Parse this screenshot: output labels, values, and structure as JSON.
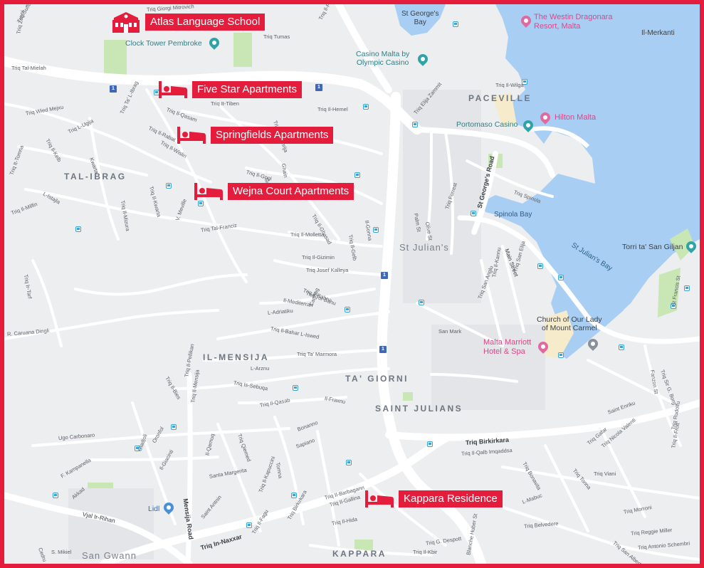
{
  "colors": {
    "frame": "#e31d3b",
    "water": "#a8cff3",
    "land": "#eceef0",
    "road": "#ffffff",
    "park": "#c9e7b4",
    "beach": "#f6eccb",
    "marker": "#e31d3b"
  },
  "callouts": {
    "school": "Atlas Language School",
    "five_star": "Five Star Apartments",
    "springfields": "Springfields Apartments",
    "wejna": "Wejna Court Apartments",
    "kappara": "Kappara Residence"
  },
  "icons": {
    "school": "school-building-icon",
    "hotel": "bed-icon",
    "pin": "map-pin-icon",
    "bus": "bus-stop-icon",
    "route": "route-shield-icon"
  },
  "districts": {
    "paceville": "PACEVILLE",
    "tal_ibrag": "TAL-IBRAG",
    "il_mensija": "IL-MENSIJA",
    "ta_giorni": "TA' GIORNI",
    "saint_julians": "SAINT JULIANS",
    "kappara": "KAPPARA"
  },
  "places": {
    "clock_tower": "Clock Tower Pembroke",
    "st_georges_bay": "St George's\nBay",
    "westin": "The Westin Dragonara\nResort, Malta",
    "il_merkanti": "Il-Merkanti",
    "casino_malta": "Casino Malta by\nOlympic Casino",
    "hilton": "Hilton Malta",
    "portomaso": "Portomaso Casino",
    "spinola_bay": "Spinola Bay",
    "st_julians_area": "St Julian's",
    "st_julians_bay": "St Julian's Bay",
    "torri": "Torri ta' San Giljan",
    "church": "Church of Our Lady\nof Mount Carmel",
    "marriott": "Malta Marriott\nHotel & Spa",
    "lidl": "Lidl",
    "san_gwann": "San Gwann"
  },
  "roads": {
    "st_georges_road": "St George's Road",
    "birkirkara": "Triq Birkirkara",
    "mensija_road": "Mensija Road",
    "in_naxxar": "Triq In-Naxxar",
    "main_street": "Main Street",
    "vjal": "Vjal Ir-Rihan"
  },
  "streets": [
    "Triq Giorgi Mitrovich",
    "Triq Suffolk",
    "Triq Tal-Mielah",
    "Triq Zeppi",
    "Triq Il-Profe",
    "Triq Tumas",
    "Triq Il-Wilga",
    "Triq Elija Zammit",
    "Triq It-Tiben",
    "Triq Il-Qasam",
    "Triq Il-Rabat",
    "Triq Il-Hemel",
    "Triq Il-Wislin",
    "Triq Wied Mejxu",
    "Triq L-Ugija",
    "Triq Ta' L-Ibrag",
    "Triq Il-Kelb",
    "Kwarta",
    "Triq Il-Gogi",
    "Sidra",
    "Ghain",
    "Triq Il-Hamrija",
    "Triq Il-Ghasad",
    "Triq Il-Molletta",
    "Triq It-Tomna",
    "Triq Il-Milfin",
    "L-Istajla",
    "Triq Il-Mizura",
    "Triq Il-Kwarta",
    "V. Meville",
    "Triq Tal-Franciz",
    "Triq Il-Gizimin",
    "Triq Josef Kalleya",
    "Triq Il-Gelb",
    "Il-Gonna",
    "Palm St",
    "Olive St",
    "Triq Forrest",
    "Triq Spinola",
    "Triq San Elija",
    "Triq Il-Kannu",
    "Triq San Anglu",
    "San Mark",
    "Triq Il-Bahru",
    "Il-Mediterran",
    "L-Adriatiku",
    "Caghag",
    "Triq Il-Bahar L-Iswed",
    "Triq Ta' Marmora",
    "L-Arznu",
    "Triq Is-Sebuqa",
    "Triq Il-Qasab",
    "Il-Fraxnu",
    "Triq Il-Bies",
    "Ugo Carbonaro",
    "Gladjoli",
    "Oronfol",
    "Il-Giacinti",
    "Triq Il-Pellikan",
    "Triq Il-Mensija",
    "Santa Margerita",
    "Triq Qiemed",
    "Il-Qarnuq",
    "Bonanno",
    "Sapiano",
    "Tomna",
    "Triq Il-Kapuccini",
    "Saint Antnin",
    "Triq Il-Barbagann",
    "Triq Il-Gallina",
    "Triq Il-Hida",
    "Triq Birkirkara",
    "Triq Il-Qalb Imqaddsa",
    "L-Mabuc",
    "Triq Bonavita",
    "Triq Tonna",
    "Triq Viani",
    "Triq Morroni",
    "Triq Reggie Miller",
    "Triq Belvedere",
    "Triq San Albert",
    "Triq Antonio Schembri",
    "Triq G. Despott",
    "Triq Il-Kbir",
    "Blanche Huber St",
    "Saint Enriku",
    "Triq Gafar",
    "Triq Nicola Valenti",
    "Triq Sir G. Borg",
    "St Francis St",
    "Fanzon St",
    "Triq Rudolfu",
    "Triq Il-Frott",
    "Triq Ir-Tarf",
    "R. Caruana Dingli",
    "F. Kampanella",
    "Akkad",
    "Cedru",
    "S. Mikiel",
    "Triq Il-Fagu",
    "Triq Tal-Bahu"
  ]
}
